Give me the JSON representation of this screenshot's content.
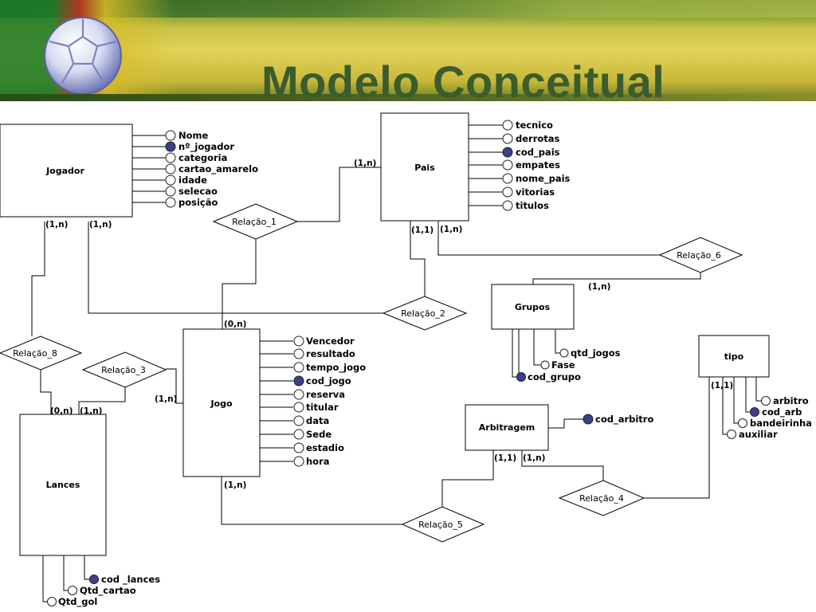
{
  "slide": {
    "title": "Modelo Conceitual"
  },
  "entities": [
    {
      "id": "jogador",
      "name": "Jogador"
    },
    {
      "id": "pais",
      "name": "Pais"
    },
    {
      "id": "grupos",
      "name": "Grupos"
    },
    {
      "id": "jogo",
      "name": "Jogo"
    },
    {
      "id": "lances",
      "name": "Lances"
    },
    {
      "id": "arbitragem",
      "name": "Arbitragem"
    },
    {
      "id": "tipo",
      "name": "tipo"
    }
  ],
  "relationships": [
    {
      "id": "relacao_1",
      "name": "Relação_1"
    },
    {
      "id": "relacao_2",
      "name": "Relação_2"
    },
    {
      "id": "relacao_3",
      "name": "Relação_3"
    },
    {
      "id": "relacao_4",
      "name": "Relação_4"
    },
    {
      "id": "relacao_5",
      "name": "Relação_5"
    },
    {
      "id": "relacao_6",
      "name": "Relação_6"
    },
    {
      "id": "relacao_8",
      "name": "Relação_8"
    }
  ],
  "attributes": [
    {
      "entity": "jogador",
      "name": "Nome",
      "key": false
    },
    {
      "entity": "jogador",
      "name": "nº_jogador",
      "key": true
    },
    {
      "entity": "jogador",
      "name": "categoria",
      "key": false
    },
    {
      "entity": "jogador",
      "name": "cartao_amarelo",
      "key": false
    },
    {
      "entity": "jogador",
      "name": "idade",
      "key": false
    },
    {
      "entity": "jogador",
      "name": "selecao",
      "key": false
    },
    {
      "entity": "jogador",
      "name": "posição",
      "key": false
    },
    {
      "entity": "pais",
      "name": "tecnico",
      "key": false
    },
    {
      "entity": "pais",
      "name": "derrotas",
      "key": false
    },
    {
      "entity": "pais",
      "name": "cod_pais",
      "key": true
    },
    {
      "entity": "pais",
      "name": "empates",
      "key": false
    },
    {
      "entity": "pais",
      "name": "nome_pais",
      "key": false
    },
    {
      "entity": "pais",
      "name": "vitorias",
      "key": false
    },
    {
      "entity": "pais",
      "name": "titulos",
      "key": false
    },
    {
      "entity": "jogo",
      "name": "Vencedor",
      "key": false
    },
    {
      "entity": "jogo",
      "name": "resultado",
      "key": false
    },
    {
      "entity": "jogo",
      "name": "tempo_jogo",
      "key": false
    },
    {
      "entity": "jogo",
      "name": "cod_jogo",
      "key": true
    },
    {
      "entity": "jogo",
      "name": "reserva",
      "key": false
    },
    {
      "entity": "jogo",
      "name": "titular",
      "key": false
    },
    {
      "entity": "jogo",
      "name": "data",
      "key": false
    },
    {
      "entity": "jogo",
      "name": "Sede",
      "key": false
    },
    {
      "entity": "jogo",
      "name": "estadio",
      "key": false
    },
    {
      "entity": "jogo",
      "name": "hora",
      "key": false
    },
    {
      "entity": "grupos",
      "name": "qtd_jogos",
      "key": false
    },
    {
      "entity": "grupos",
      "name": "Fase",
      "key": false
    },
    {
      "entity": "grupos",
      "name": "cod_grupo",
      "key": true
    },
    {
      "entity": "arbitragem",
      "name": "cod_arbitro",
      "key": true
    },
    {
      "entity": "tipo",
      "name": "arbitro",
      "key": false
    },
    {
      "entity": "tipo",
      "name": "cod_arb",
      "key": true
    },
    {
      "entity": "tipo",
      "name": "bandeirinha",
      "key": false
    },
    {
      "entity": "tipo",
      "name": "auxiliar",
      "key": false
    },
    {
      "entity": "lances",
      "name": "cod _lances",
      "key": true
    },
    {
      "entity": "lances",
      "name": "Qtd_cartao",
      "key": false
    },
    {
      "entity": "lances",
      "name": "Qtd_gol",
      "key": false
    }
  ],
  "cardinalities": [
    "(1,n)",
    "(1,n)",
    "(1,n)",
    "(1,1)",
    "(1,n)",
    "(1,n)",
    "(0,n)",
    "(1,n)",
    "(0,n)",
    "(1,n)",
    "(1,n)",
    "(1,1)",
    "(1,n)",
    "(1,1)"
  ],
  "colors": {
    "key_attribute": "#3d3f8a",
    "title": "#3a5c2e",
    "line": "#000000"
  }
}
